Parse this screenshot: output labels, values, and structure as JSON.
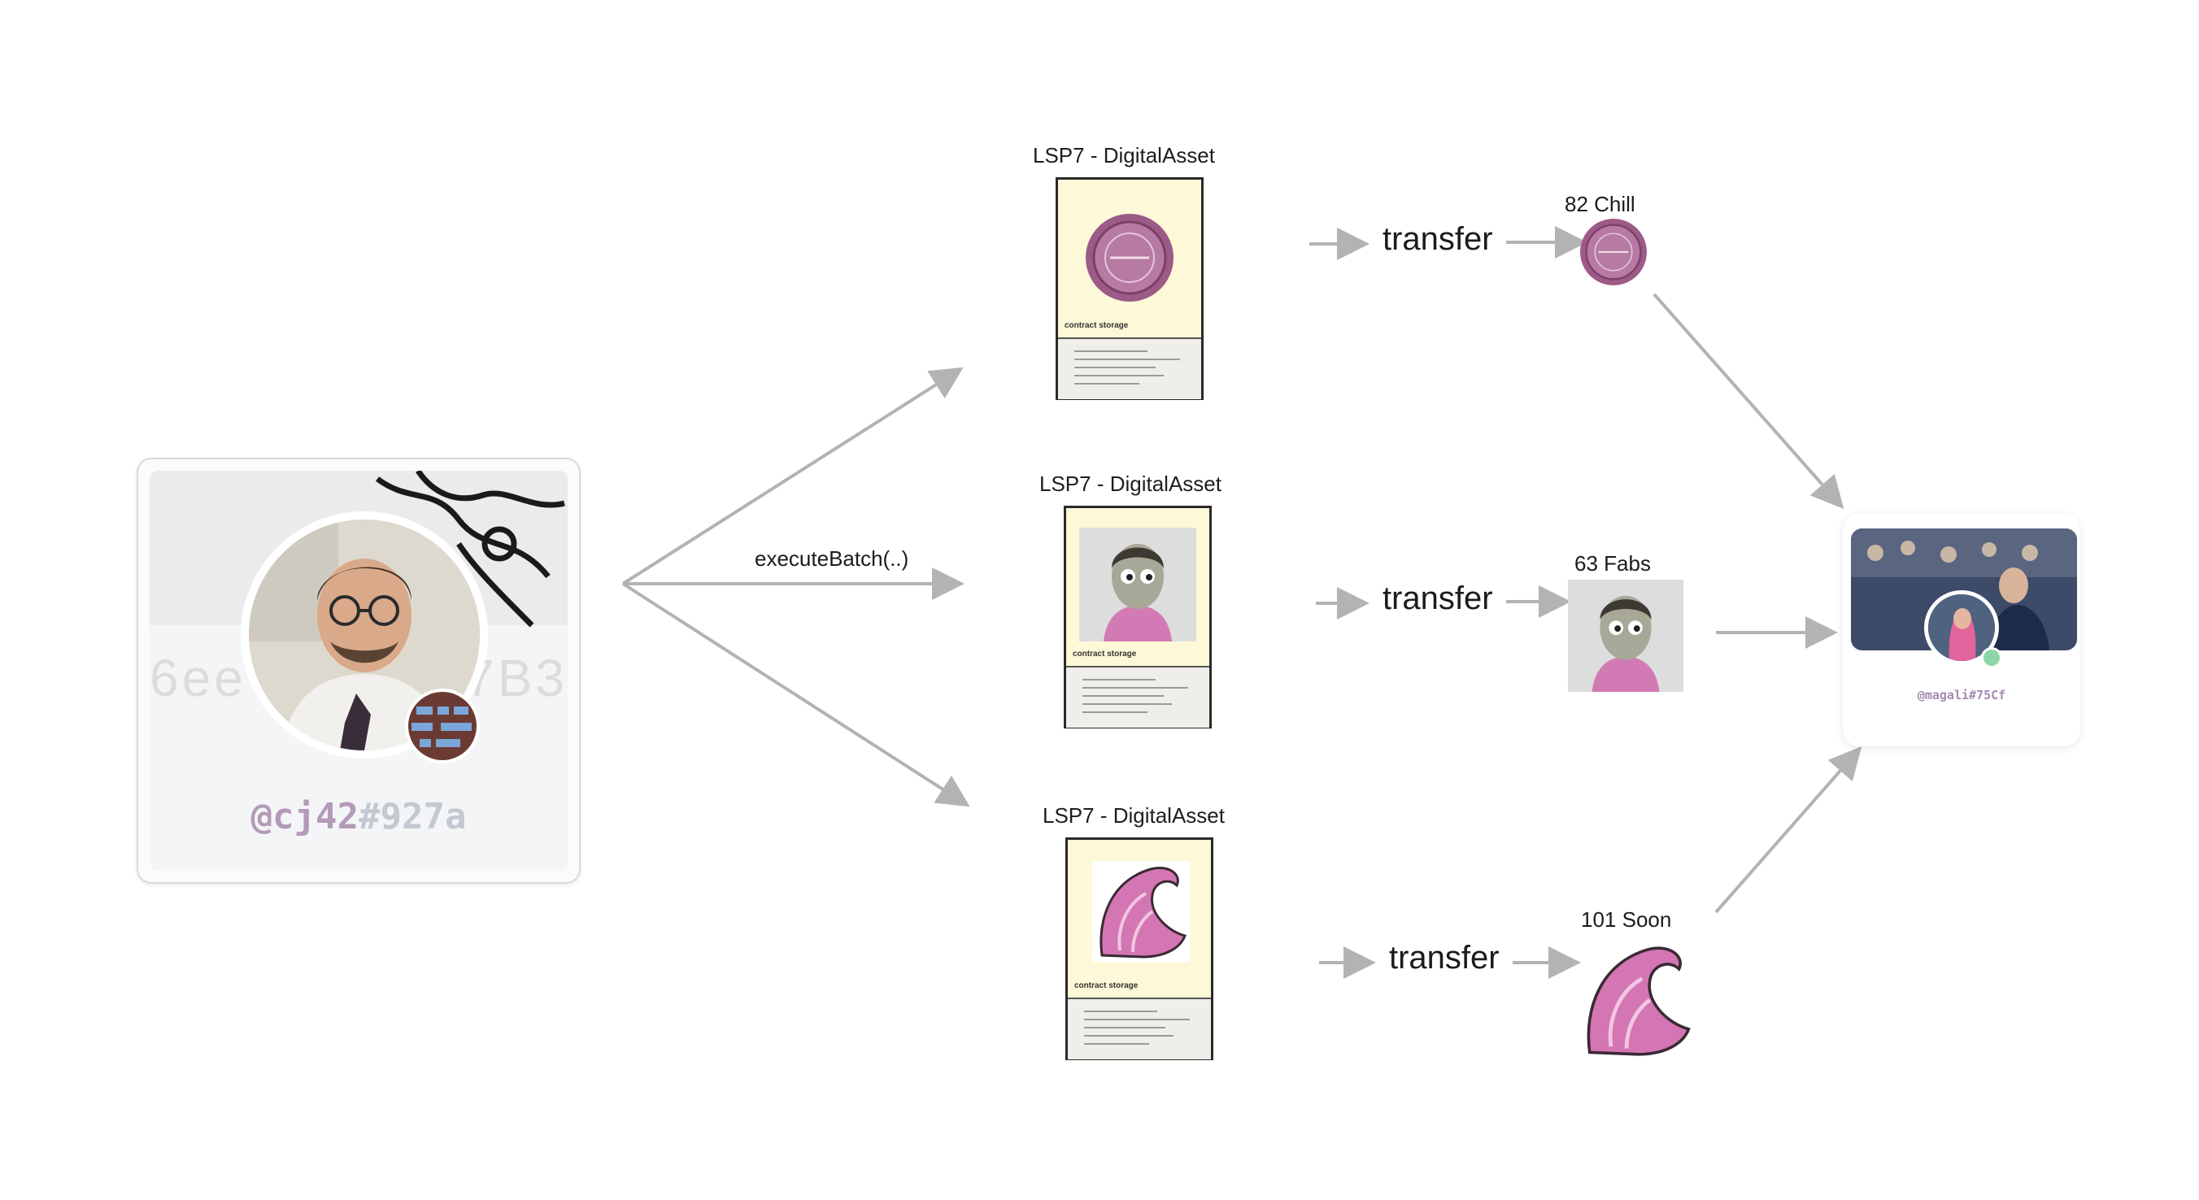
{
  "sender": {
    "handle_name": "@cj42",
    "handle_hash": "#927a",
    "bg_hash_left": "6ee",
    "bg_hash_right": "7B3"
  },
  "call": {
    "label": "executeBatch(..)"
  },
  "assets": [
    {
      "title": "LSP7 - DigitalAsset",
      "storage_label": "contract storage",
      "transfer_label": "transfer",
      "amount_label": "82 Chill",
      "icon": "coin-icon"
    },
    {
      "title": "LSP7 - DigitalAsset",
      "storage_label": "contract storage",
      "transfer_label": "transfer",
      "amount_label": "63 Fabs",
      "icon": "character-icon"
    },
    {
      "title": "LSP7 - DigitalAsset",
      "storage_label": "contract storage",
      "transfer_label": "transfer",
      "amount_label": "101 Soon",
      "icon": "wave-icon"
    }
  ],
  "recipient": {
    "handle": "@magali#75Cf"
  },
  "colors": {
    "arrow": "#b3b3b3",
    "card_fill": "#fdf8d7",
    "coin": "#9c5a86",
    "wave": "#d476b3",
    "handle": "#b39ab8"
  }
}
